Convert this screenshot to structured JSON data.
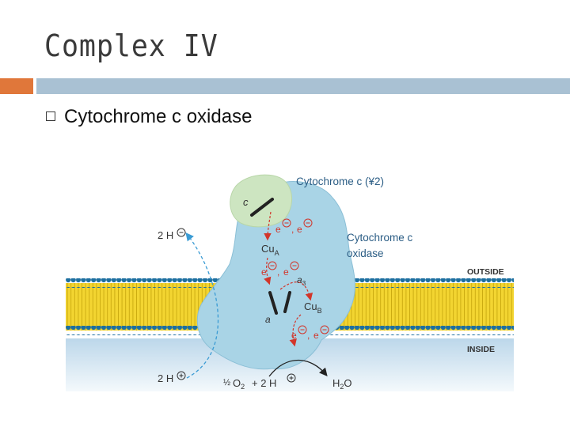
{
  "slide": {
    "title": "Complex IV",
    "bullet": "Cytochrome c oxidase"
  },
  "diagram": {
    "labels": {
      "cyt_c": "Cytochrome c (¥2)",
      "c": "c",
      "oxidase_line1": "Cytochrome c",
      "oxidase_line2": "oxidase",
      "outside": "OUTSIDE",
      "inside": "INSIDE",
      "cu_a": "Cu",
      "cu_a_sub": "A",
      "a3": "a",
      "a3_sub": "3",
      "a": "a",
      "cu_b": "Cu",
      "cu_b_sub": "B",
      "proton_out": "2 H",
      "proton_in": "2 H",
      "reaction_half": "½",
      "reaction_o2": "O",
      "reaction_o2_sub": "2",
      "reaction_plus": "+ 2 H",
      "product_h": "H",
      "product_sub": "2",
      "product_o": "O",
      "electron": "e",
      "comma": ","
    },
    "colors": {
      "membrane_yellow": "#f3d531",
      "head_blue": "#1d6fa0",
      "protein": "#a9d4e6",
      "cyt_c": "#cde5c1",
      "label_blue": "#2a5c84",
      "red": "#d2352a"
    }
  }
}
